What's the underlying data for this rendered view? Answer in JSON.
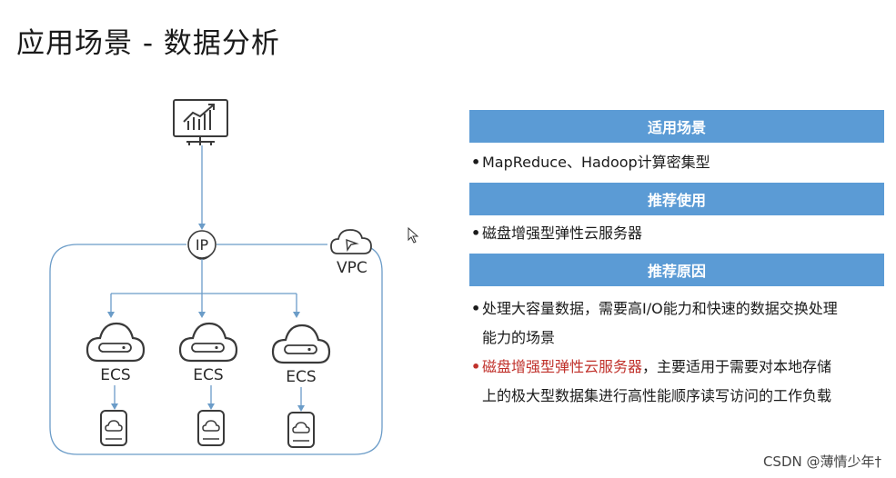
{
  "page_title": "应用场景 - 数据分析",
  "diagram": {
    "ip_label": "IP",
    "vpc_label": "VPC",
    "ecs_labels": [
      "ECS",
      "ECS",
      "ECS"
    ]
  },
  "panel": {
    "sections": [
      {
        "header": "适用场景",
        "items": [
          {
            "text": "MapReduce、Hadoop计算密集型"
          }
        ]
      },
      {
        "header": "推荐使用",
        "items": [
          {
            "text": "磁盘增强型弹性云服务器"
          }
        ]
      },
      {
        "header": "推荐原因",
        "items": [
          {
            "line1": "处理大容量数据，需要高I/O能力和快速的数据交换处理",
            "line2": "能力的场景"
          },
          {
            "highlight": "磁盘增强型弹性云服务器",
            "line1_rest": "，主要适用于需要对本地存储",
            "line2": "上的极大型数据集进行高性能顺序读写访问的工作负载"
          }
        ]
      }
    ],
    "bullet": "•"
  },
  "watermark": "CSDN @薄情少年†",
  "colors": {
    "band": "#5b9bd5",
    "line": "#6b9cc8",
    "highlight": "#c0312b"
  }
}
